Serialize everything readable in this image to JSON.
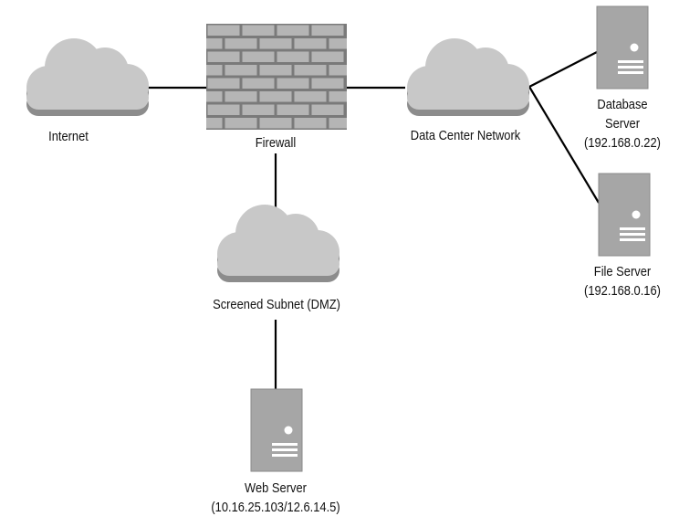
{
  "colors": {
    "cloud": "#c8c8c8",
    "cloud_shadow": "#8c8c8c",
    "server": "#a6a6a6",
    "server_dark": "#7f7f7f",
    "brick": "#b5b5b5",
    "mortar": "#7a7a7a",
    "line": "#000000",
    "text": "#111111"
  },
  "nodes": {
    "internet": {
      "label": "Internet",
      "icon": "cloud-icon"
    },
    "firewall": {
      "label": "Firewall",
      "icon": "brick-wall-icon"
    },
    "data_center": {
      "label": "Data Center Network",
      "icon": "cloud-icon"
    },
    "dmz": {
      "label": "Screened Subnet (DMZ)",
      "icon": "cloud-icon"
    },
    "database_server": {
      "label_line1": "Database",
      "label_line2": "Server",
      "ip": "(192.168.0.22)",
      "icon": "server-icon"
    },
    "file_server": {
      "label": "File Server",
      "ip": "(192.168.0.16)",
      "icon": "server-icon"
    },
    "web_server": {
      "label": "Web Server",
      "ip": "(10.16.25.103/12.6.14.5)",
      "icon": "server-icon"
    }
  },
  "connections": [
    {
      "from": "internet",
      "to": "firewall"
    },
    {
      "from": "firewall",
      "to": "data_center"
    },
    {
      "from": "firewall",
      "to": "dmz"
    },
    {
      "from": "dmz",
      "to": "web_server"
    },
    {
      "from": "data_center",
      "to": "database_server"
    },
    {
      "from": "data_center",
      "to": "file_server"
    }
  ]
}
